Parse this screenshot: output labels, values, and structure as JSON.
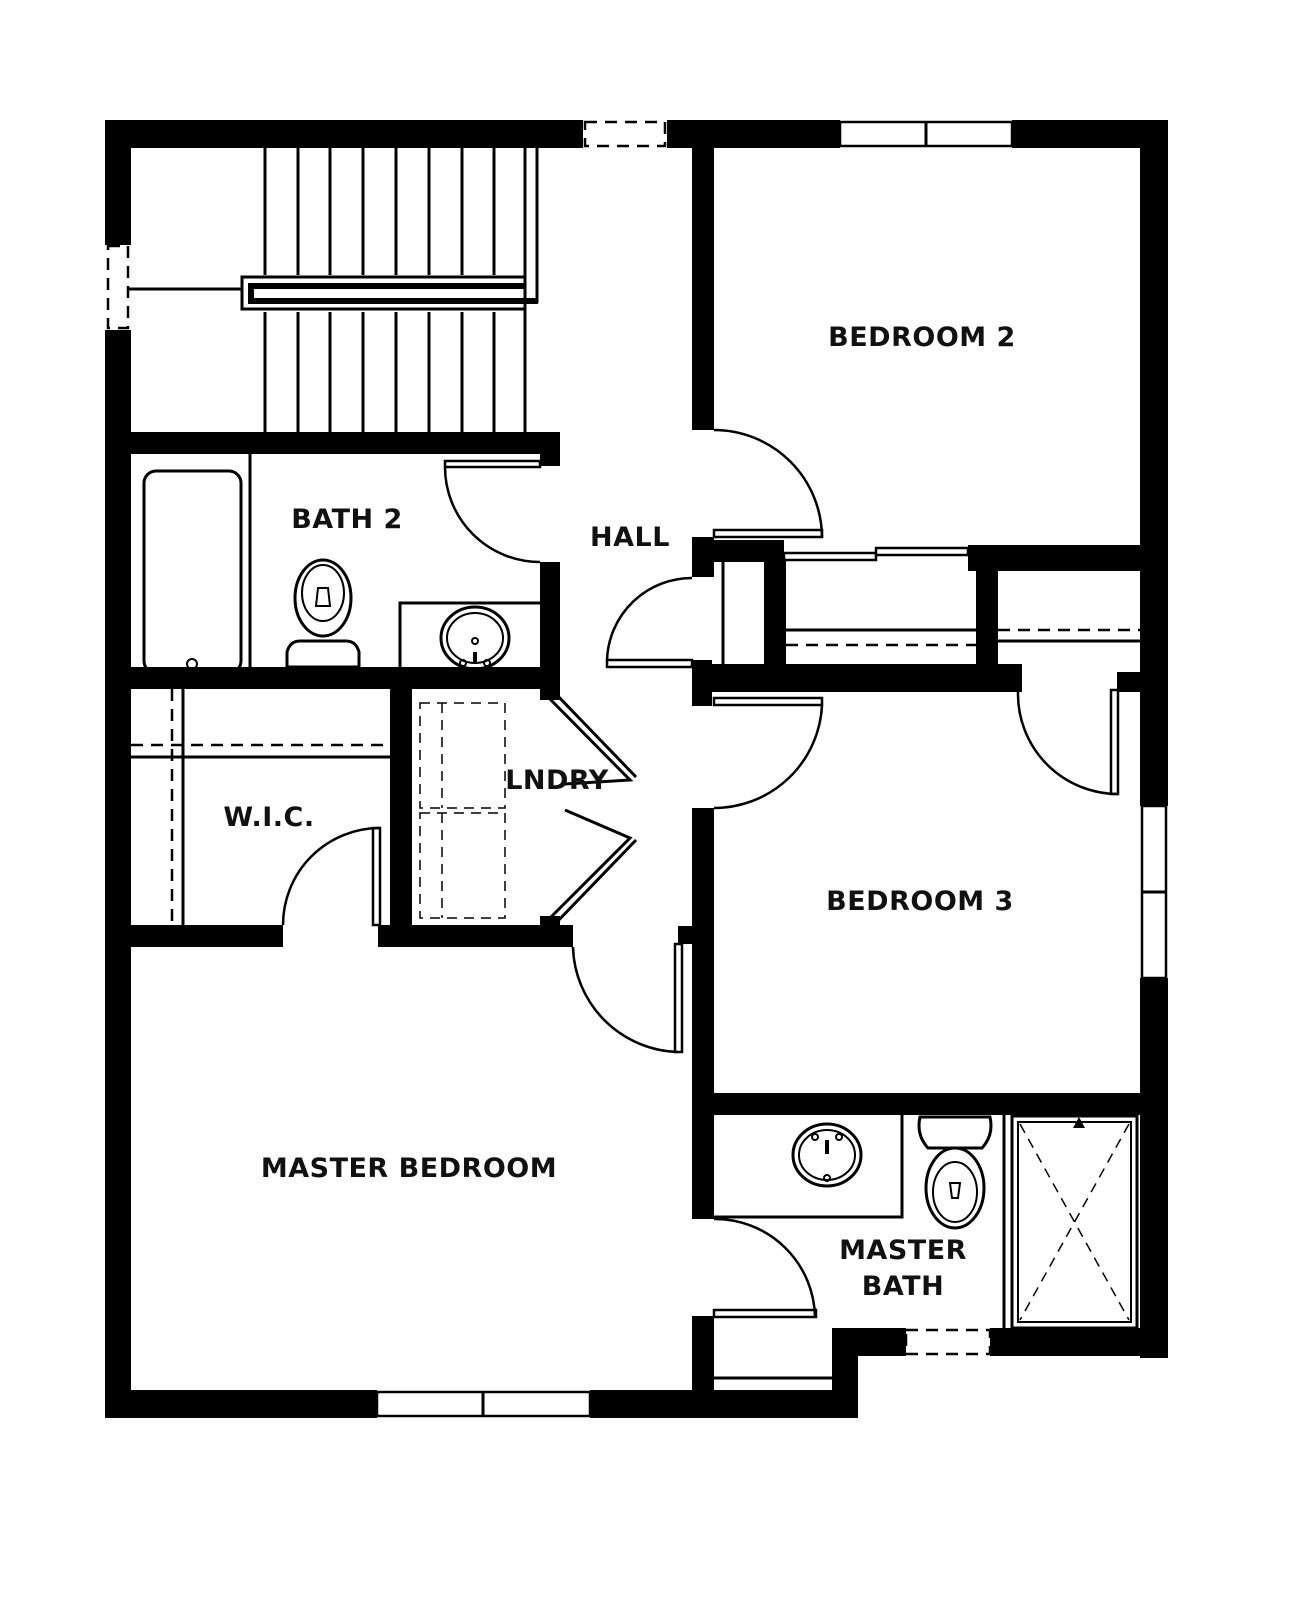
{
  "plan": {
    "background": "#ffffff",
    "line_color": "#000000",
    "rooms": {
      "bedroom2": "BEDROOM 2",
      "bath2": "BATH 2",
      "hall": "HALL",
      "wic": "W.I.C.",
      "lndry": "LNDRY",
      "bedroom3": "BEDROOM 3",
      "master_bedroom": "MASTER BEDROOM",
      "master_bath_line1": "MASTER",
      "master_bath_line2": "BATH"
    },
    "fixtures": [
      "stairs",
      "bathtub",
      "toilet",
      "sink",
      "toilet",
      "sink",
      "shower",
      "washer",
      "dryer"
    ]
  }
}
